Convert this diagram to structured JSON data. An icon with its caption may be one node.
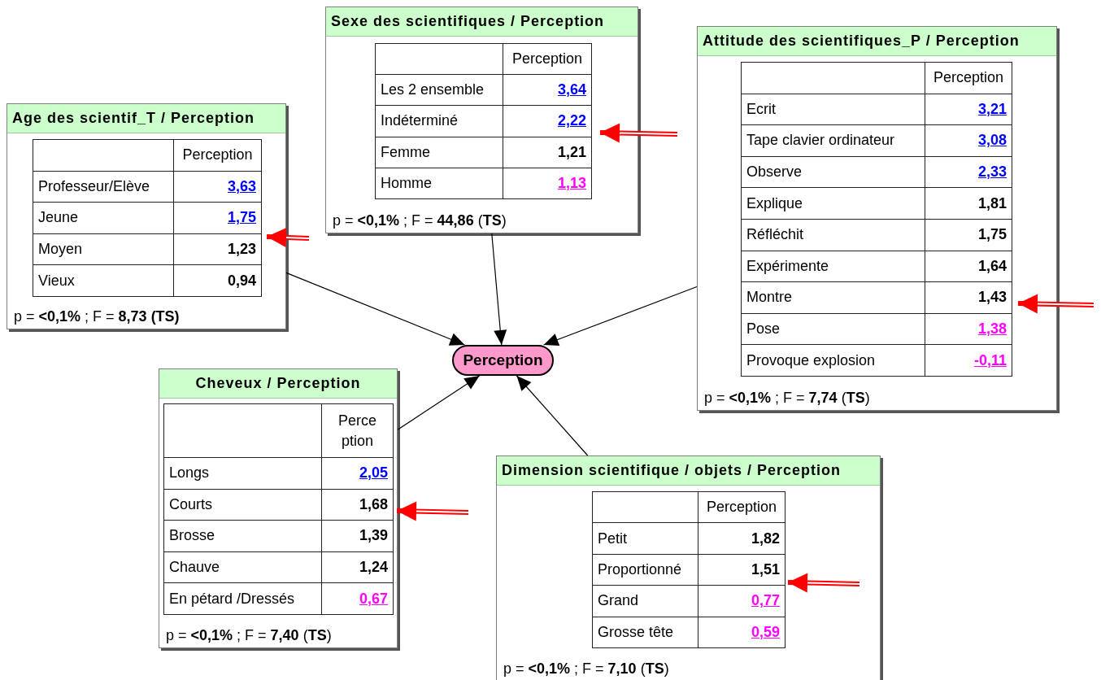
{
  "diagram": {
    "nodes": [
      {
        "text": [
          "Sexe des scientifiques / Perception",
          "Perception",
          "Les 2 ensemble",
          "3,64",
          "Indéterminé",
          "2,22",
          "Femme",
          "1,21",
          "Homme",
          "1,13",
          "p = **<0,1%** ; F = **44,86** (**TS**)"
        ]
      },
      {
        "text": [
          "Attitude des scientifiques_P / Perception",
          "Perception",
          "Ecrit",
          "3,21",
          "Tape clavier ordinateur",
          "3,08",
          "Observe",
          "2,33",
          "Explique",
          "1,81",
          "Réfléchit",
          "1,75",
          "Expérimente",
          "1,64",
          "Montre",
          "1,43",
          "Pose",
          "1,38",
          "Provoque explosion",
          "-0,11",
          "p = **<0,1%** ; F = **7,74** (**TS**)"
        ]
      },
      {
        "text": [
          "Age des scientif_T / Perception",
          "Perception",
          "Professeur/Elève",
          "3,63",
          "Jeune",
          "1,75",
          "Moyen",
          "1,23",
          "Vieux",
          "0,94",
          "p = **<0,1%** ; F = **8,73 (TS)**"
        ]
      },
      {
        "text": [
          "Perception"
        ]
      },
      {
        "text": [
          "Cheveux / Perception",
          "Perception",
          "Longs",
          "2,05",
          "Courts",
          "1,68",
          "Brosse",
          "1,39",
          "Chauve",
          "1,24",
          "En pétard /Dressés",
          "0,67",
          "p = **<0,1%** ; F = **7,40** (**TS**)"
        ]
      },
      {
        "text": [
          "Dimension scientifique / objets / Perception",
          "Perception",
          "Petit",
          "1,82",
          "Proportionné",
          "1,51",
          "Grand",
          "0,77",
          "Grosse tête",
          "0,59",
          "p = **<0,1%** ; F = **7,10** (**TS**)"
        ]
      }
    ],
    "edges": [
      {
        "from": 2,
        "to": 3,
        "arrow": "to"
      },
      {
        "from": 0,
        "to": 3,
        "arrow": "to"
      },
      {
        "from": 1,
        "to": 3,
        "arrow": "to"
      },
      {
        "from": 4,
        "to": 3,
        "arrow": "to"
      },
      {
        "from": 5,
        "to": 3,
        "arrow": "to"
      },
      {
        "from": null,
        "to": 0,
        "arrow": "to",
        "style": "thick",
        "color": "#ff0000"
      },
      {
        "from": null,
        "to": 2,
        "arrow": "to",
        "style": "thick",
        "color": "#ff0000"
      },
      {
        "from": null,
        "to": 1,
        "arrow": "to",
        "style": "thick",
        "color": "#ff0000"
      },
      {
        "from": null,
        "to": 4,
        "arrow": "to",
        "style": "thick",
        "color": "#ff0000"
      },
      {
        "from": null,
        "to": 5,
        "arrow": "to",
        "style": "thick",
        "color": "#ff0000"
      }
    ]
  }
}
